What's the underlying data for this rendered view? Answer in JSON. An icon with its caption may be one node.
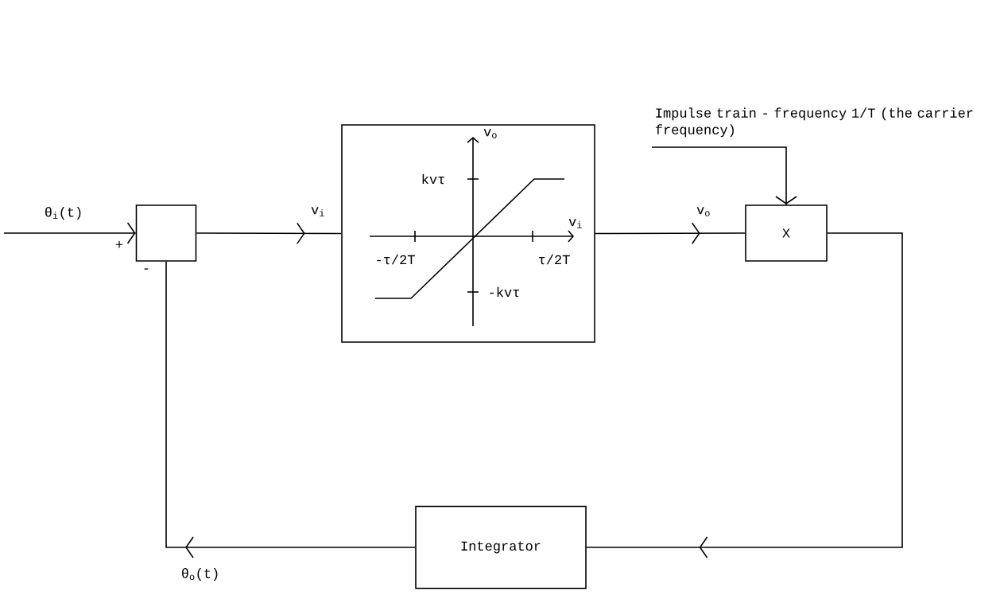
{
  "diagram": {
    "nodes": [
      {
        "text": [],
        "shape": "box",
        "beside": [
          "+",
          "-"
        ]
      },
      {
        "text": [
          "v$_{o}$",
          "kvτ",
          "v$_{i}$",
          "-τ/2T",
          "τ/2T",
          "-kvτ"
        ]
      },
      {
        "text": [
          "X"
        ]
      },
      {
        "text": [
          "Integrator"
        ]
      }
    ],
    "edges": [
      {
        "from": null,
        "to": 0,
        "arrow": "to",
        "label": "θ$_{i}$(t)"
      },
      {
        "from": 0,
        "to": 1,
        "arrow": "to",
        "label": "v$_{i}$"
      },
      {
        "from": 1,
        "to": 2,
        "arrow": "to",
        "label": "v$_{o}$"
      },
      {
        "from": null,
        "to": 2,
        "arrow": "to",
        "label": "Impulse train - frequency 1/T (the carrier frequency)"
      },
      {
        "from": 2,
        "to": 3,
        "arrow": "to"
      },
      {
        "from": 3,
        "to": 0,
        "arrow": "to",
        "label": "θ$_{o}$(t)"
      }
    ]
  }
}
